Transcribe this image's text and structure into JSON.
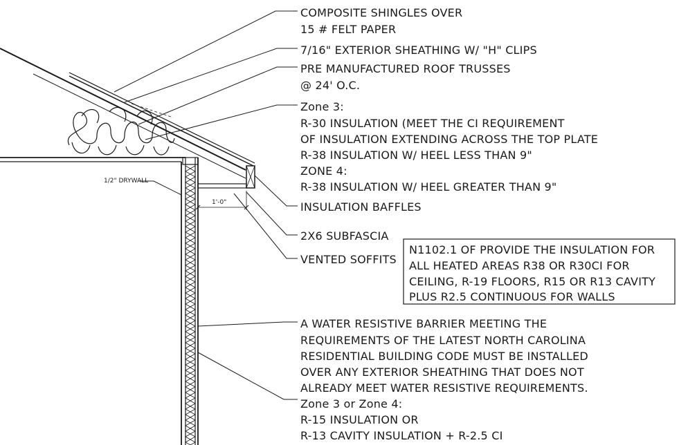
{
  "callouts": {
    "shingles": [
      "COMPOSITE SHINGLES OVER",
      "15 # FELT PAPER"
    ],
    "sheathing": "7/16\" EXTERIOR SHEATHING W/ \"H\" CLIPS",
    "trusses": [
      "PRE MANUFACTURED ROOF TRUSSES",
      "@ 24' O.C."
    ],
    "ceiling_insulation": [
      "Zone 3:",
      "R-30 INSULATION (MEET THE CI REQUIREMENT",
      "OF INSULATION EXTENDING ACROSS THE TOP PLATE",
      "R-38 INSULATION W/ HEEL LESS THAN 9\"",
      "ZONE 4:",
      "R-38 INSULATION W/ HEEL GREATER THAN 9\""
    ],
    "baffles": "INSULATION BAFFLES",
    "subfascia": "2X6 SUBFASCIA",
    "soffits": "VENTED SOFFITS",
    "drywall": "1/2\" DRYWALL",
    "overhang": "1'-0\"",
    "code_box": [
      "N1102.1 OF PROVIDE THE INSULATION FOR",
      "ALL HEATED AREAS R38 OR R30CI FOR",
      "CEILING, R-19 FLOORS, R15 OR R13 CAVITY",
      "PLUS R2.5 CONTINUOUS FOR WALLS"
    ],
    "wrb": [
      "A WATER RESISTIVE BARRIER MEETING THE",
      "REQUIREMENTS OF THE LATEST NORTH CAROLINA",
      "RESIDENTIAL BUILDING CODE MUST BE INSTALLED",
      "OVER ANY EXTERIOR SHEATHING THAT DOES NOT",
      "ALREADY MEET WATER RESISTIVE REQUIREMENTS."
    ],
    "wall_insulation": [
      "Zone 3 or Zone 4:",
      "R-15 INSULATION OR",
      "R-13 CAVITY INSULATION + R-2.5 CI"
    ]
  }
}
